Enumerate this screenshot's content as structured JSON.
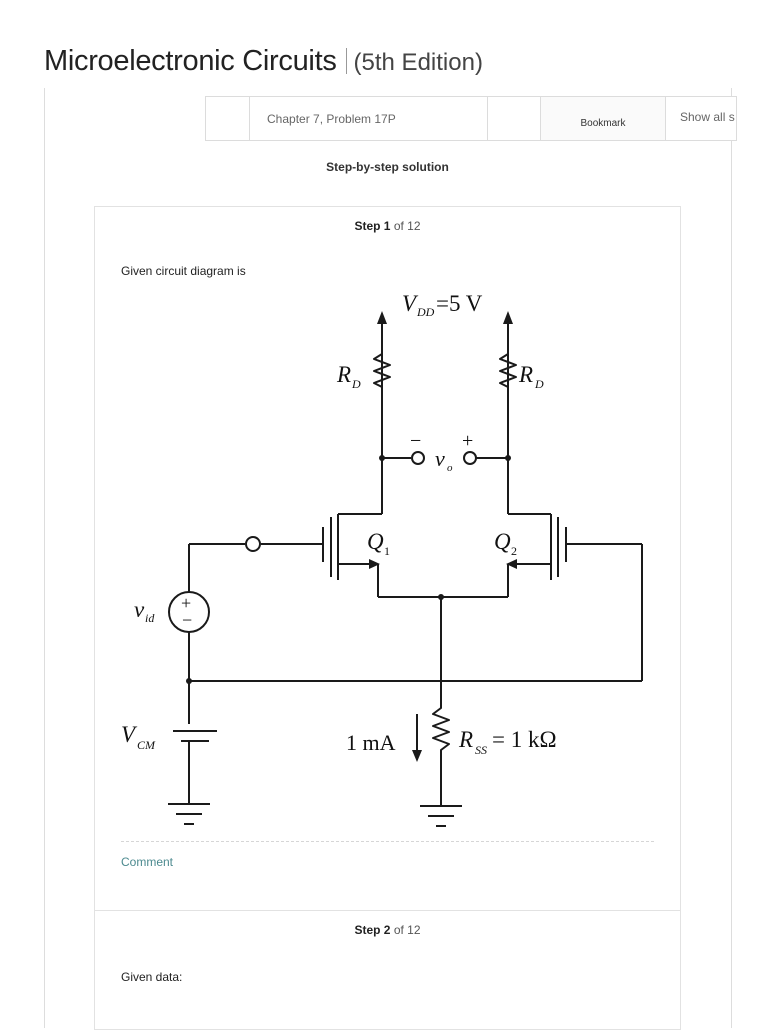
{
  "book": {
    "title": "Microelectronic Circuits",
    "edition": "(5th Edition)"
  },
  "nav": {
    "chapter_problem": "Chapter 7, Problem 17P",
    "bookmark": "Bookmark",
    "show_all": "Show all s"
  },
  "solution_heading": "Step-by-step solution",
  "steps": [
    {
      "label": "Step 1",
      "of_text": "of 12",
      "text": "Given circuit diagram is",
      "comment": "Comment"
    },
    {
      "label": "Step 2",
      "of_text": "of 12",
      "text": "Given data:"
    }
  ],
  "circuit": {
    "vdd_label": "=5 V",
    "vdd_sym": "V",
    "vdd_sub": "DD",
    "rd_sym": "R",
    "rd_sub": "D",
    "vo_sym": "v",
    "vo_sub": "o",
    "minus": "−",
    "plus": "+",
    "q1_sym": "Q",
    "q1_sub": "1",
    "q2_sym": "Q",
    "q2_sub": "2",
    "vid_sym": "v",
    "vid_sub": "id",
    "vcm_sym": "V",
    "vcm_sub": "CM",
    "current": "1 mA",
    "rss_sym": "R",
    "rss_sub": "SS",
    "rss_value": "= 1 kΩ"
  }
}
